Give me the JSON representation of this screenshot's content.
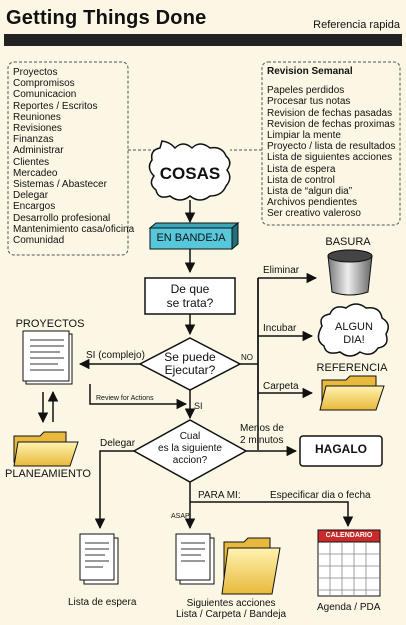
{
  "header": {
    "title": "Getting Things Done",
    "subtitle": "Referencia rapida"
  },
  "lists": {
    "categories": [
      "Proyectos",
      "Compromisos",
      "Comunicacion",
      "Reportes / Escritos",
      "Reuniones",
      "Revisiones",
      "Finanzas",
      "Administrar",
      "Clientes",
      "Mercadeo",
      "Sistemas / Abastecer",
      "Delegar",
      "Encargos",
      "Desarrollo profesional",
      "Mantenimiento casa/oficina",
      "Comunidad"
    ],
    "weekly_review_title": "Revision Semanal",
    "weekly_review": [
      "Papeles perdidos",
      "Procesar tus notas",
      "Revision de fechas pasadas",
      "Revision de fechas proximas",
      "Limpiar la mente",
      "Proyecto / lista de resultados",
      "Lista de siguientes acciones",
      "Lista de espera",
      "Lista de control",
      "Lista de “algun dia”",
      "Archivos pendientes",
      "Ser creativo  valeroso"
    ]
  },
  "nodes": {
    "cosas": "COSAS",
    "bandeja": "EN BANDEJA",
    "que_es": [
      "De que",
      "se trata?"
    ],
    "ejecutar": [
      "Se puede",
      "Ejecutar?"
    ],
    "siguiente": [
      "Cual",
      "es la siguiente",
      "accion?"
    ],
    "hagalo": "HAGALO",
    "basura": "BASURA",
    "algun_dia": [
      "ALGUN",
      "DIA!"
    ],
    "referencia": "REFERENCIA",
    "proyectos": "PROYECTOS",
    "planeamiento": "PLANEAMIENTO",
    "calendario": "CALENDARIO"
  },
  "edges": {
    "eliminar": "Eliminar",
    "incubar": "Incubar",
    "carpeta": "Carpeta",
    "no": "NO",
    "si_complejo": "SI (complejo)",
    "review": "Review for Actions",
    "si": "SI",
    "menos": [
      "Menos de",
      "2 minutos"
    ],
    "delegar": "Delegar",
    "para_mi": "PARA MI:",
    "especificar": "Especificar dia o fecha",
    "asap": "ASAP"
  },
  "outputs": {
    "espera": "Lista de espera",
    "siguientes": [
      "Siguientes acciones",
      "Lista / Carpeta / Bandeja"
    ],
    "agenda": "Agenda / PDA"
  }
}
